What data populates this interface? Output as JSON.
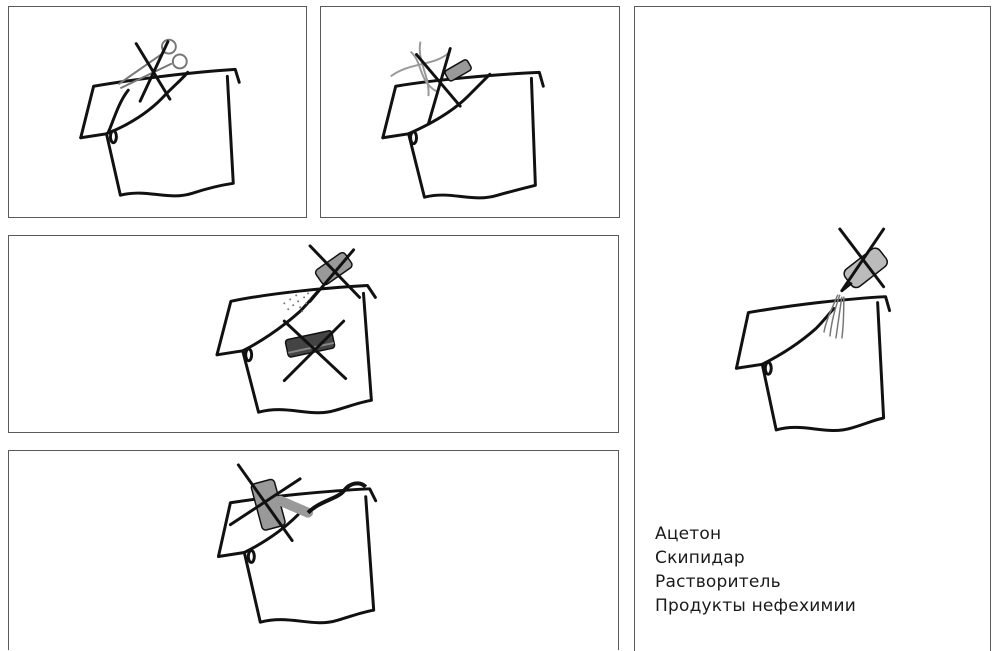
{
  "panels": [
    {
      "id": "scissors",
      "prohibited": [
        "cutting with scissors"
      ]
    },
    {
      "id": "iron",
      "prohibited": [
        "ironing"
      ]
    },
    {
      "id": "spray-and-brush",
      "prohibited": [
        "spray cleaner",
        "abrasive brush"
      ]
    },
    {
      "id": "hair-dryer",
      "prohibited": [
        "hot hair dryer"
      ]
    },
    {
      "id": "solvents",
      "prohibited": [
        "solvent liquids"
      ]
    }
  ],
  "solvents_list": [
    "Ацетон",
    "Скипидар",
    "Растворитель",
    "Продукты нефехимии"
  ],
  "colors": {
    "line": "#111111",
    "border": "#5a5a5a",
    "gray_item": "#9a9a9a",
    "text": "#1a1a1a"
  },
  "icons": [
    "scissors-icon",
    "iron-icon",
    "spray-icon",
    "brush-icon",
    "hair-dryer-icon",
    "bottle-icon",
    "cross-mark-icon"
  ]
}
